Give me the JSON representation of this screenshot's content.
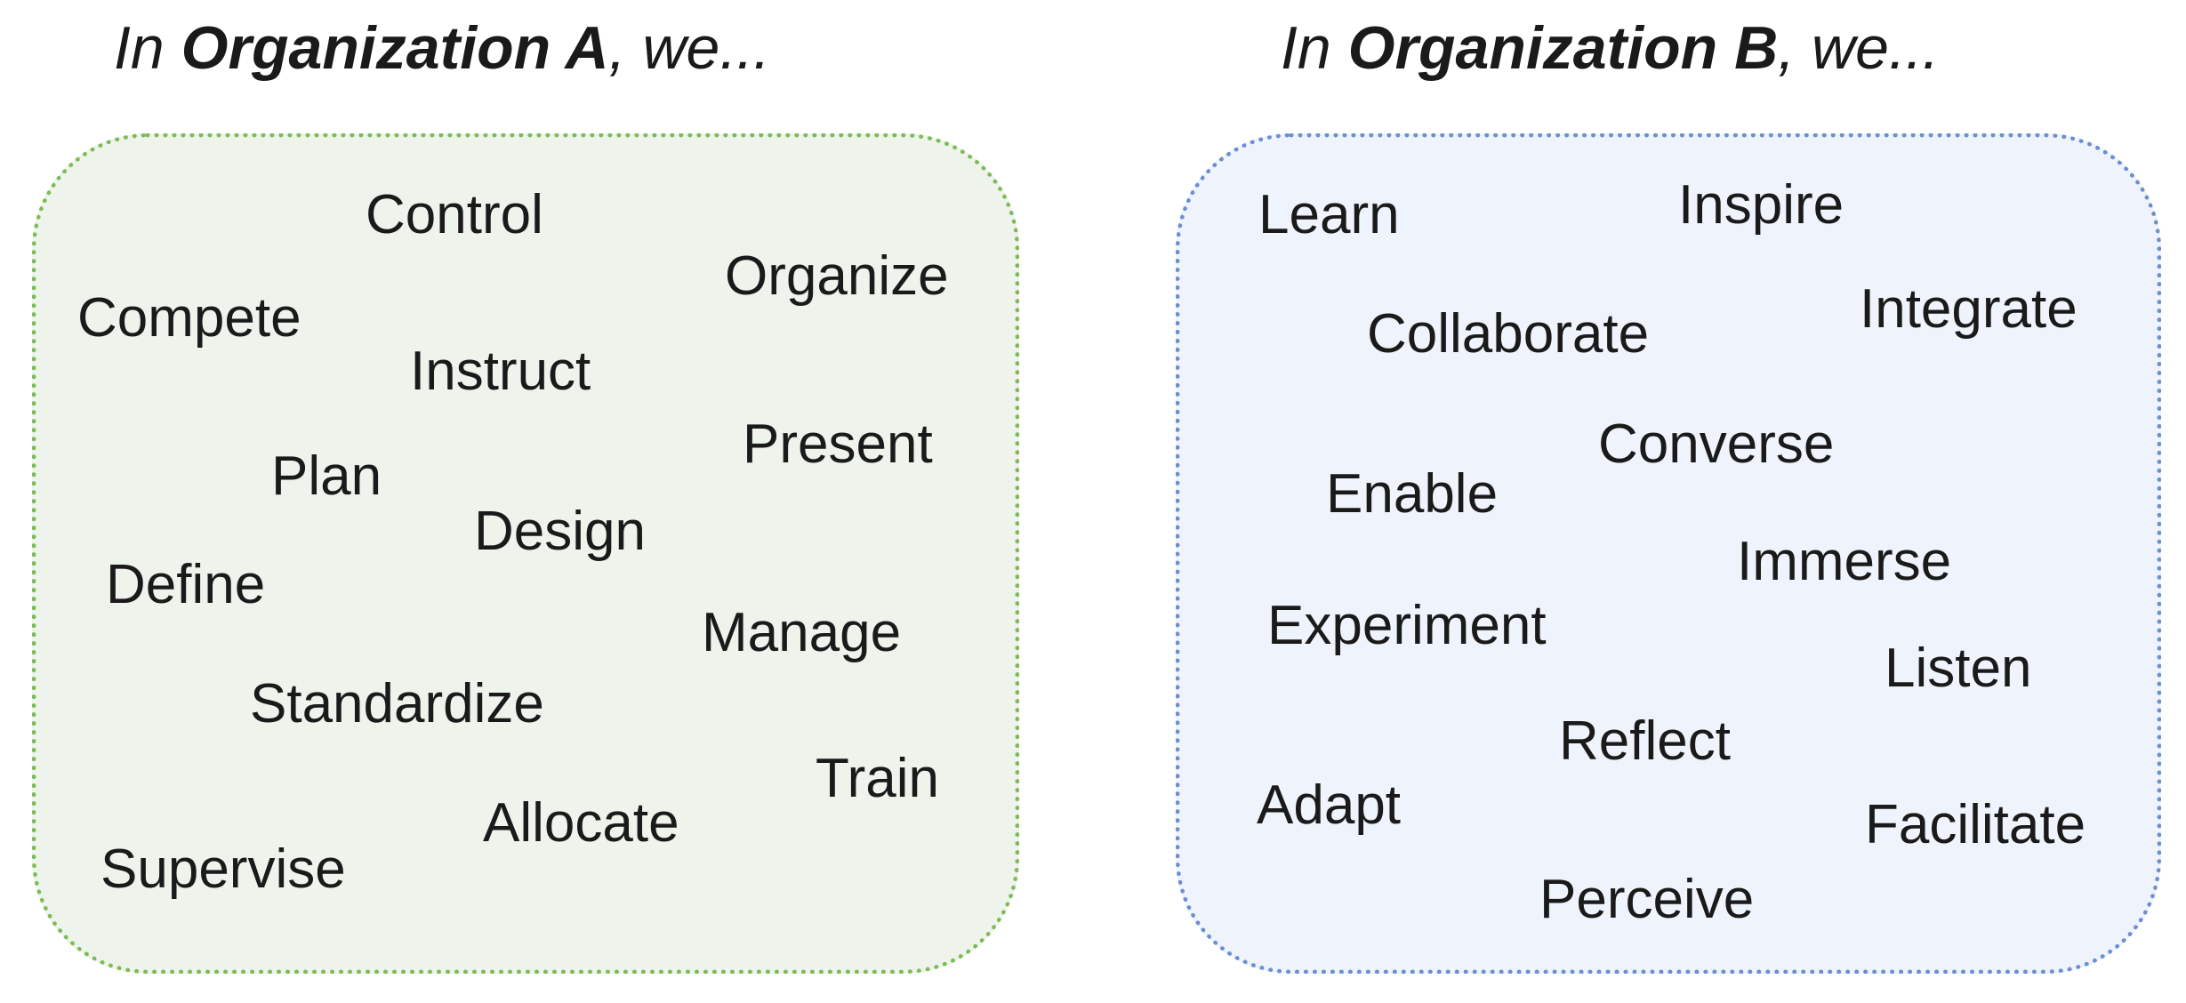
{
  "panel_a": {
    "heading_prefix": "In ",
    "heading_name": "Organization A",
    "heading_suffix": ", we...",
    "border_color": "#7cbc55",
    "fill_color": "#eef3ec",
    "words": {
      "control": "Control",
      "organize": "Organize",
      "compete": "Compete",
      "instruct": "Instruct",
      "present": "Present",
      "plan": "Plan",
      "design": "Design",
      "define": "Define",
      "manage": "Manage",
      "standardize": "Standardize",
      "train": "Train",
      "allocate": "Allocate",
      "supervise": "Supervise"
    }
  },
  "panel_b": {
    "heading_prefix": "In ",
    "heading_name": "Organization B",
    "heading_suffix": ", we...",
    "border_color": "#6b8fcf",
    "fill_color": "#eef3fc",
    "words": {
      "learn": "Learn",
      "inspire": "Inspire",
      "integrate": "Integrate",
      "collaborate": "Collaborate",
      "converse": "Converse",
      "enable": "Enable",
      "immerse": "Immerse",
      "experiment": "Experiment",
      "listen": "Listen",
      "reflect": "Reflect",
      "adapt": "Adapt",
      "facilitate": "Facilitate",
      "perceive": "Perceive"
    }
  }
}
